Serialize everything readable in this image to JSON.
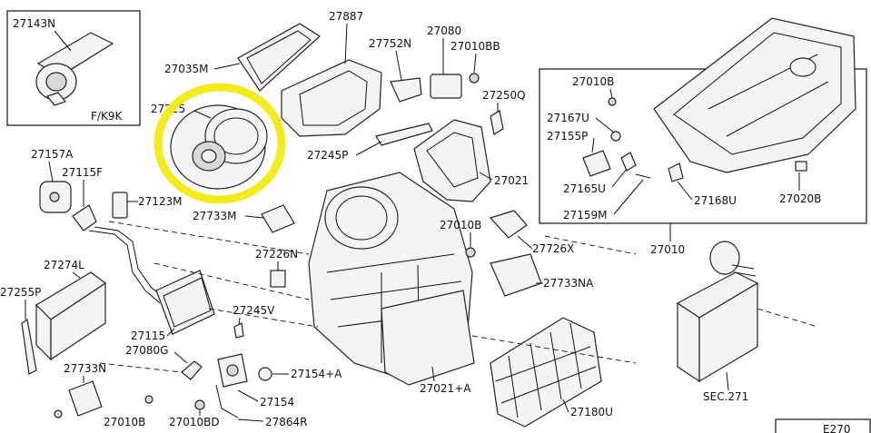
{
  "labels": {
    "p27143N": "27143N",
    "fk9k": "F/K9K",
    "p27887": "27887",
    "p27080": "27080",
    "p27752N": "27752N",
    "p27010BB": "27010BB",
    "p27035M": "27035M",
    "p27250Q": "27250Q",
    "p27225": "27225",
    "p27245P": "27245P",
    "p27021": "27021",
    "p27157A": "27157A",
    "p27115F": "27115F",
    "p27123M": "27123M",
    "p27733M": "27733M",
    "p27010B_mid": "27010B",
    "p27726X": "27726X",
    "p27226N": "27226N",
    "p27274L": "27274L",
    "p27255P": "27255P",
    "p27733NA": "27733NA",
    "p27245V": "27245V",
    "p27115": "27115",
    "p27080G": "27080G",
    "p27154plusA": "27154+A",
    "p27733N": "27733N",
    "p27021plusA": "27021+A",
    "p27154": "27154",
    "p27010B_low": "27010B",
    "p27010BD": "27010BD",
    "p27864R": "27864R",
    "p27180U": "27180U",
    "sec271": "SEC.271",
    "p27010B_inset": "27010B",
    "p27167U": "27167U",
    "p27155P": "27155P",
    "p27165U": "27165U",
    "p27159M": "27159M",
    "p27168U": "27168U",
    "p27020B": "27020B",
    "p27010": "27010",
    "page_ref_partial": "E270"
  },
  "colors": {
    "highlight": "#f2ec1e",
    "line": "#111111",
    "part_fill": "#f4f4f4"
  }
}
